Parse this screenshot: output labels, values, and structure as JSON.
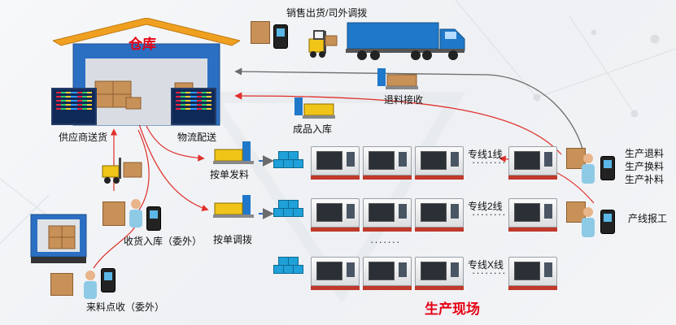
{
  "warehouse": {
    "title": "仓库"
  },
  "labels": {
    "sales_out": "销售出货/司外调拨",
    "return_receive": "退料接收",
    "finished_in": "成品入库",
    "supplier_delivery": "供应商送货",
    "logistics_delivery": "物流配送",
    "issue_by_order": "按单发料",
    "transfer_by_order": "按单调拨",
    "receive_in_outsourced": "收货入库（委外）",
    "incoming_count_outsourced": "来料点收（委外）",
    "line1": "专线1线",
    "line2": "专线2线",
    "linex": "专线X线",
    "production_return": "生产退料",
    "production_exchange": "生产换料",
    "production_replenish": "生产补料",
    "line_report": "产线报工",
    "production_site": "生产现场",
    "ellipsis": "········",
    "ellipsis_v": "·······"
  },
  "icons": [
    "warehouse-icon",
    "truck-icon",
    "forklift-icon",
    "pallet-icon",
    "worker-icon",
    "handheld-scanner-icon",
    "cnc-machine-icon",
    "parts-cubes-icon",
    "delivery-van-icon",
    "cardboard-box-icon"
  ],
  "colors": {
    "arrow_red": "#e0302a",
    "arrow_gray": "#6b6b6b",
    "title_red": "#e60012",
    "roof_orange": "#f0a020",
    "wall_blue": "#2b6fc2"
  }
}
